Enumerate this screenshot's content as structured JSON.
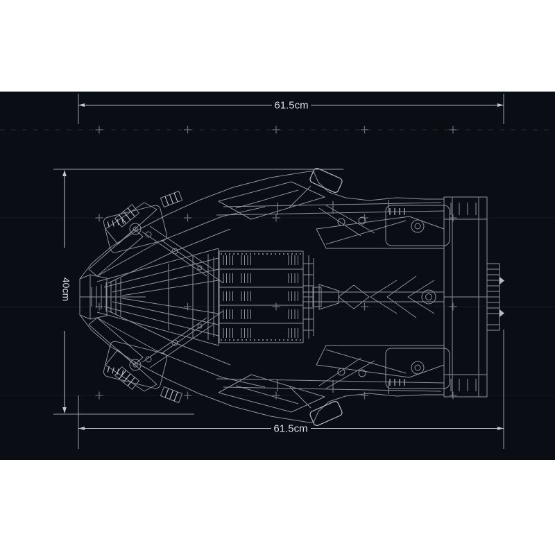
{
  "blueprint": {
    "dimension_top": "61.5cm",
    "dimension_bottom": "61.5cm",
    "dimension_side": "40cm"
  },
  "colors": {
    "page_background": "#ffffff",
    "panel_background": "#0a0d13",
    "car_line": "#8d929b",
    "car_line_bright": "#b8bcc4",
    "dimension_line": "#c3c7ce",
    "label_text": "#d9dce1"
  }
}
